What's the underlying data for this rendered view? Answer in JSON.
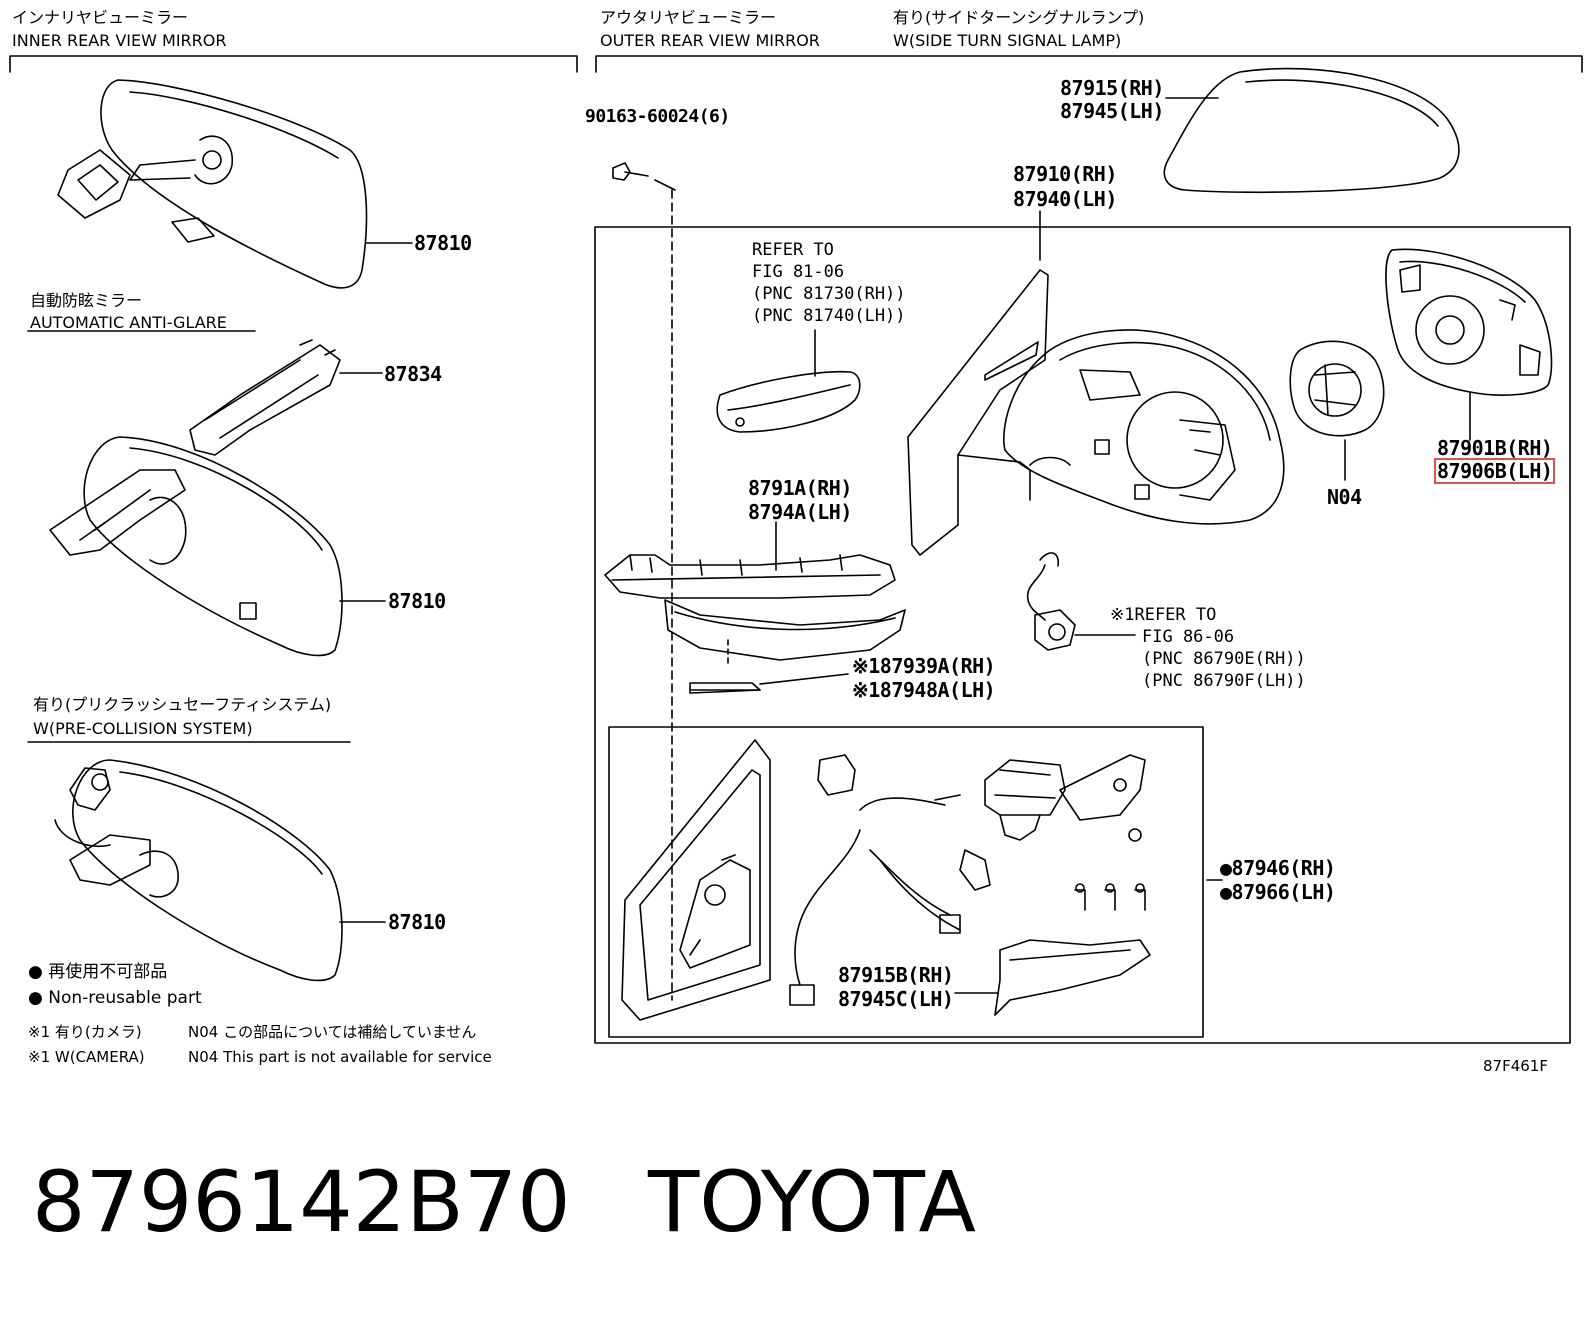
{
  "headers": {
    "inner_jp": "インナリヤビューミラー",
    "inner_en": "INNER REAR VIEW MIRROR",
    "outer_jp": "アウタリヤビューミラー",
    "outer_en": "OUTER REAR VIEW MIRROR",
    "signal_jp": "有り(サイドターンシグナルランプ)",
    "signal_en": "W(SIDE TURN SIGNAL LAMP)",
    "anti_glare_jp": "自動防眩ミラー",
    "anti_glare_en": "AUTOMATIC ANTI-GLARE",
    "precollision_jp": "有り(プリクラッシュセーフティシステム)",
    "precollision_en": "W(PRE-COLLISION SYSTEM)"
  },
  "parts": {
    "p87810_a": "87810",
    "p87834": "87834",
    "p87810_b": "87810",
    "p87810_c": "87810",
    "bolt_1": "90163-60024(6)",
    "p87915_rh": "87915(RH)",
    "p87945_lh": "87945(LH)",
    "p87910_rh": "87910(RH)",
    "p87940_lh": "87940(LH)",
    "p87901b_rh": "87901B(RH)",
    "p87906b_lh": "87906B(LH)",
    "n04": "N04",
    "p8791a_rh": "8791A(RH)",
    "p8794a_lh": "8794A(LH)",
    "p87939a_rh": "※187939A(RH)",
    "p87948a_lh": "※187948A(LH)",
    "p87946_rh": "●87946(RH)",
    "p87966_lh": "●87966(LH)",
    "p87915b_rh": "87915B(RH)",
    "p87945c_lh": "87945C(LH)"
  },
  "refs": {
    "ref1_l1": "REFER TO",
    "ref1_l2": "FIG 81-06",
    "ref1_l3": "(PNC 81730(RH))",
    "ref1_l4": "(PNC 81740(LH))",
    "ref2_l1": "※1REFER TO",
    "ref2_l2": "FIG 86-06",
    "ref2_l3": "(PNC 86790E(RH))",
    "ref2_l4": "(PNC 86790F(LH))"
  },
  "legend": {
    "nonreuse_jp": "●  再使用不可部品",
    "nonreuse_en": "●  Non-reusable part",
    "cam_jp": "※1 有り(カメラ)",
    "cam_en": "※1 W(CAMERA)",
    "n04_jp": "N04 この部品については補給していません",
    "n04_en": "N04 This part is not available for service"
  },
  "figure_code": "87F461F",
  "bottom": {
    "part_number": "8796142B70",
    "brand": "TOYOTA"
  },
  "colors": {
    "line": "#000000",
    "highlight": "#e05050"
  }
}
